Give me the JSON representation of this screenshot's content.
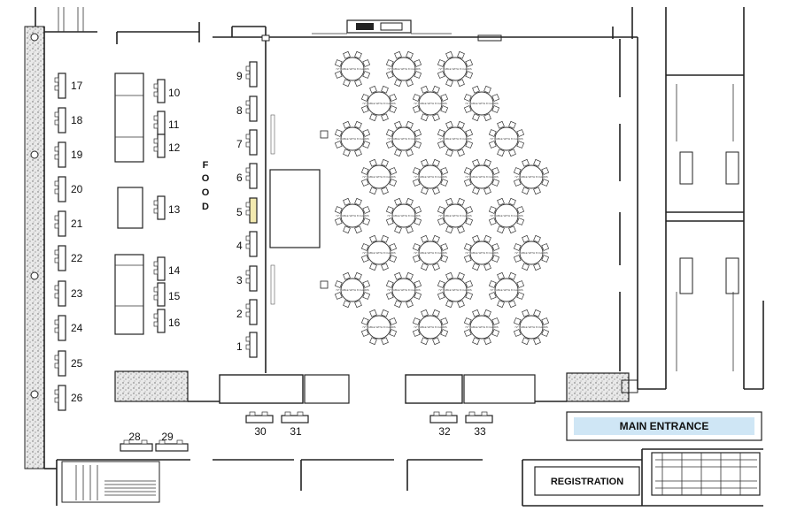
{
  "booths": {
    "left_column": [
      "17",
      "18",
      "19",
      "20",
      "21",
      "22",
      "23",
      "24",
      "25",
      "26"
    ],
    "island_a": [
      "10",
      "11",
      "12"
    ],
    "island_b": [
      "13"
    ],
    "island_c": [
      "14",
      "15",
      "16"
    ],
    "food_wall": [
      "9",
      "8",
      "7",
      "6",
      "5",
      "4",
      "3",
      "2",
      "1"
    ],
    "bottom_left": [
      "28",
      "29"
    ],
    "bottom_center": [
      "30",
      "31",
      "32",
      "33"
    ]
  },
  "food_label": "FOOD",
  "round_table_label": "72\" TABLE WITH 8 CHAIRS",
  "main_entrance_label": "MAIN ENTRANCE",
  "registration_label": "REGISTRATION",
  "colors": {
    "entrance_fill": "#cfe6f5",
    "booth5_fill": "#f3eab0",
    "planter_fill": "#e6e6e6",
    "stage_fill": "#ffffff"
  }
}
